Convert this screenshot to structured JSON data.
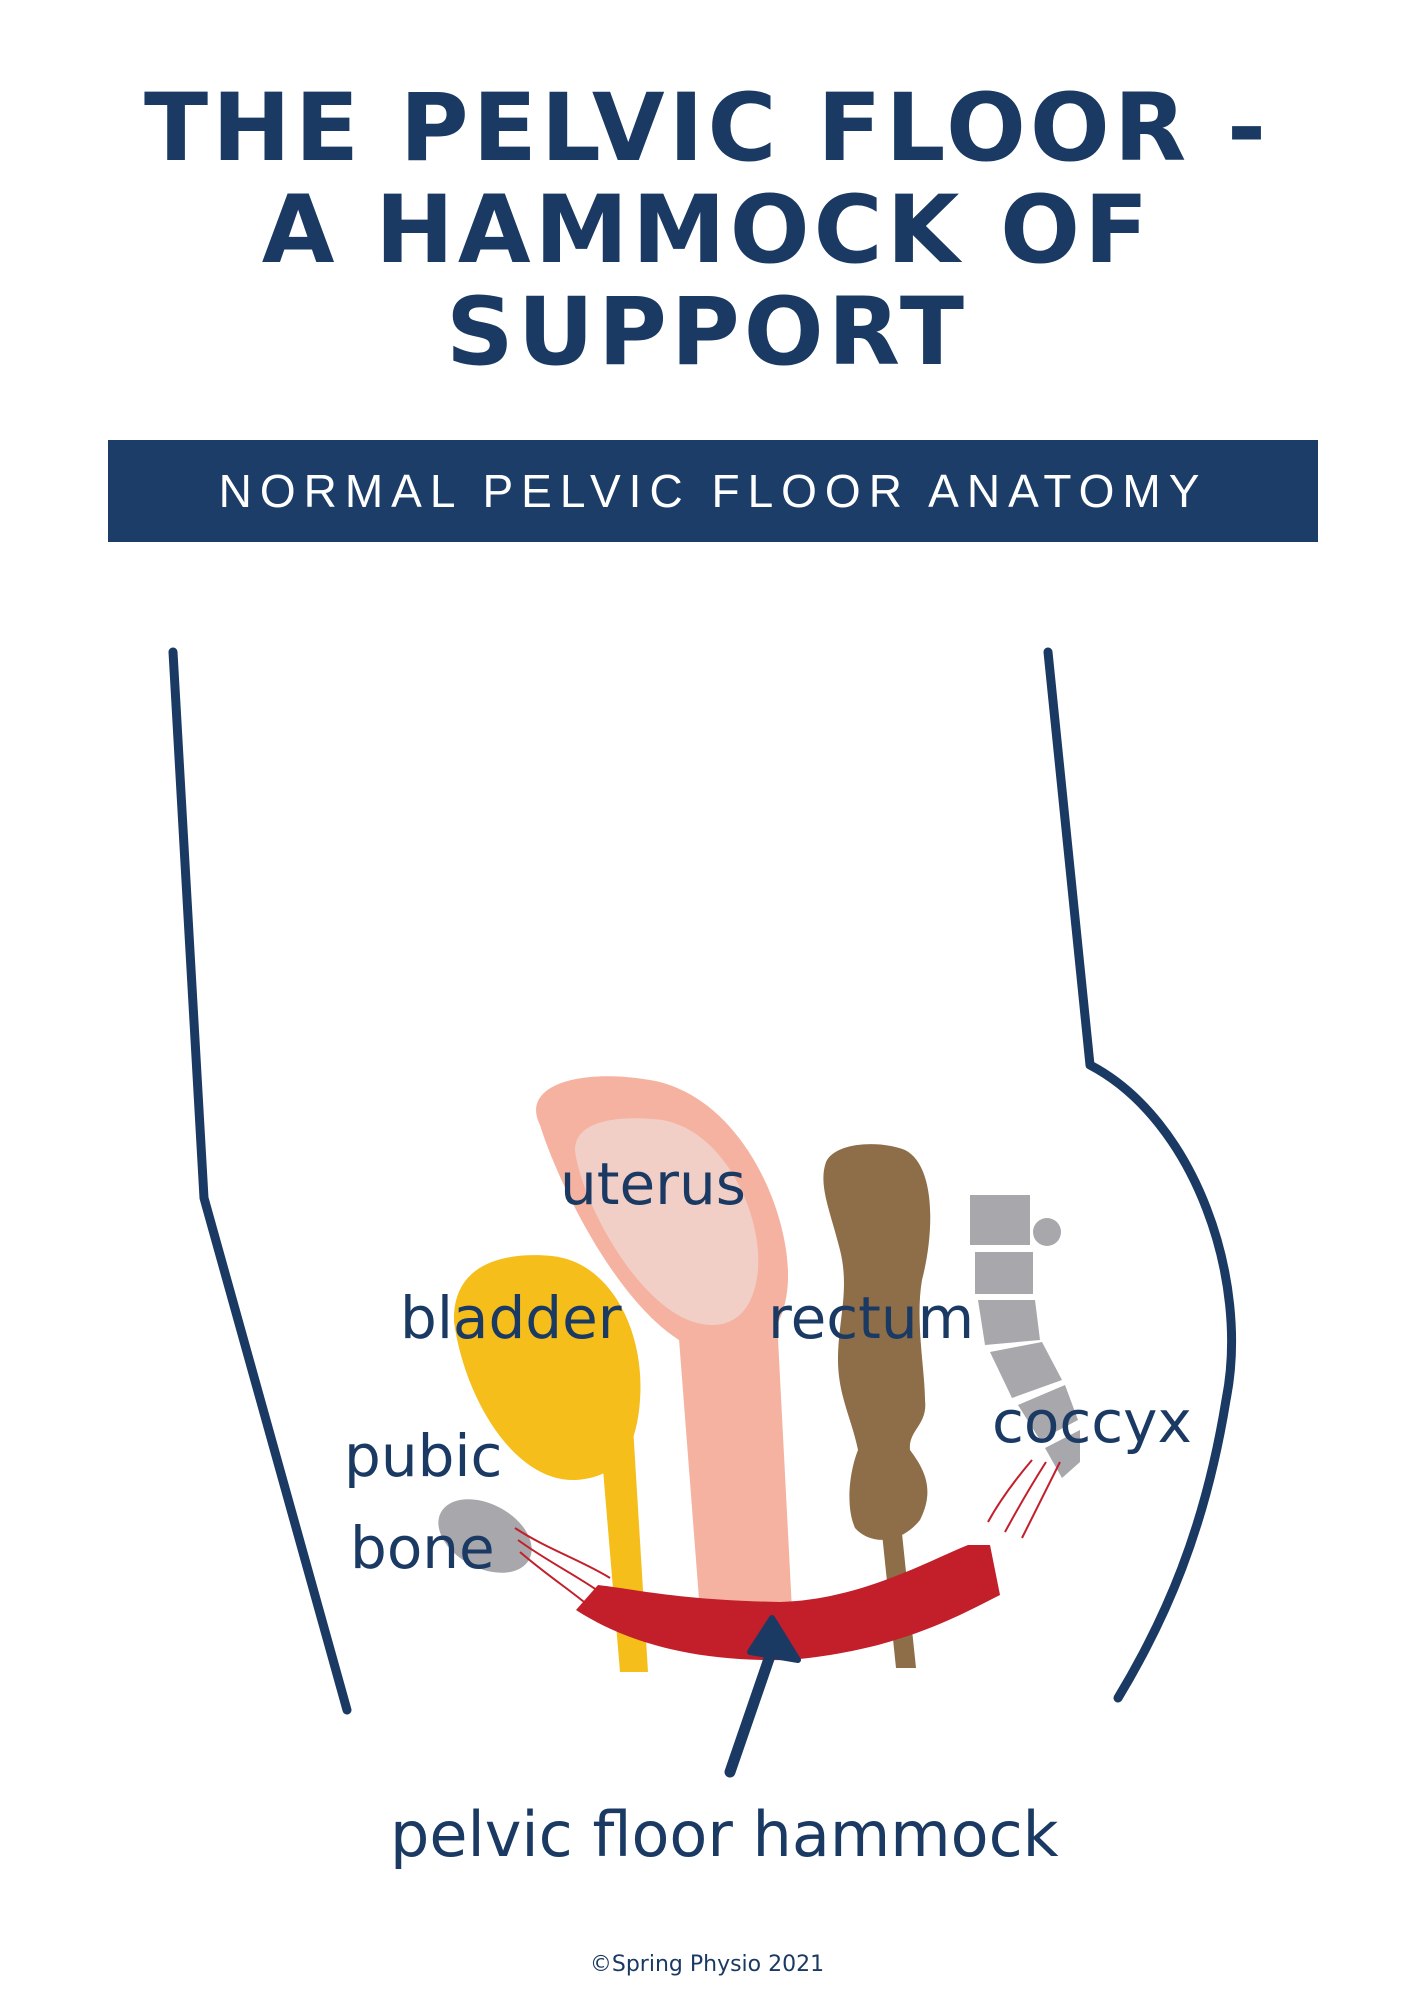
{
  "title": {
    "line1": "THE PELVIC FLOOR -",
    "line2": "A HAMMOCK OF",
    "line3": "SUPPORT"
  },
  "banner": {
    "text": "NORMAL PELVIC FLOOR ANATOMY"
  },
  "labels": {
    "uterus": "uterus",
    "bladder": "bladder",
    "rectum": "rectum",
    "pubic": "pubic",
    "bone": "bone",
    "coccyx": "coccyx",
    "hammock": "pelvic floor hammock"
  },
  "colors": {
    "navy": "#1b3a63",
    "bladder": "#f6be1a",
    "uterus_outer": "#f5b2a0",
    "uterus_inner": "#f2cfc6",
    "rectum": "#8e6e48",
    "bone": "#a7a7ac",
    "hammock": "#c21f2b"
  },
  "copyright": "©Spring Physio 2021"
}
